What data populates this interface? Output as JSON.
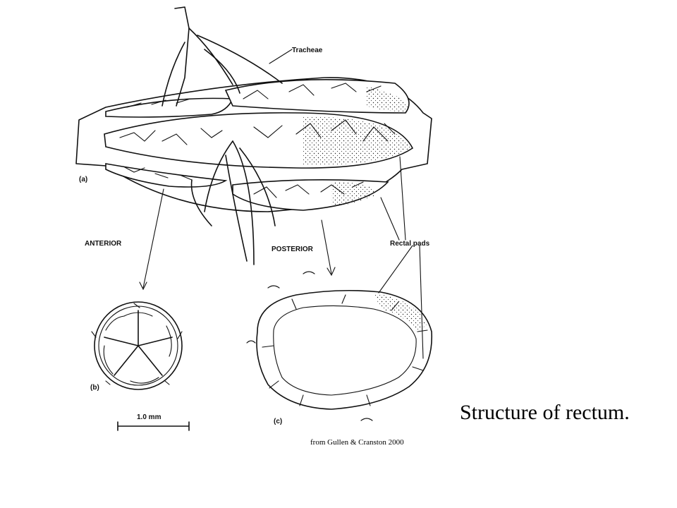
{
  "figure": {
    "labels": {
      "tracheae": "Tracheae",
      "panel_a": "(a)",
      "anterior": "ANTERIOR",
      "posterior": "POSTERIOR",
      "rectal_pads": "Rectal pads",
      "panel_b": "(b)",
      "panel_c": "(c)",
      "scale_bar": "1.0 mm"
    }
  },
  "caption": "Structure of rectum.",
  "credit": "from Gullen & Cranston 2000",
  "colors": {
    "ink": "#111111",
    "background": "#ffffff"
  }
}
